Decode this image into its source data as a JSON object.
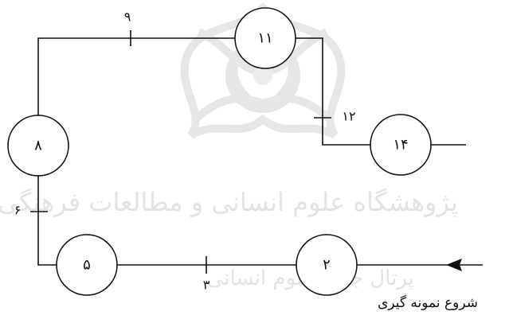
{
  "nodes": {
    "n11": "١١",
    "n8": "٨",
    "n14": "١۴",
    "n5": "۵",
    "n2": "٢"
  },
  "edge_labels": {
    "top": "٩",
    "right_drop": "١٢",
    "left": "۶",
    "bottom": "٣"
  },
  "caption": "شروع نمونه گیری",
  "watermark": {
    "line1": "پژوهشگاه علوم انسانی و مطالعات فرهنگی",
    "line2": "پرتال جامع علوم انسانی"
  }
}
